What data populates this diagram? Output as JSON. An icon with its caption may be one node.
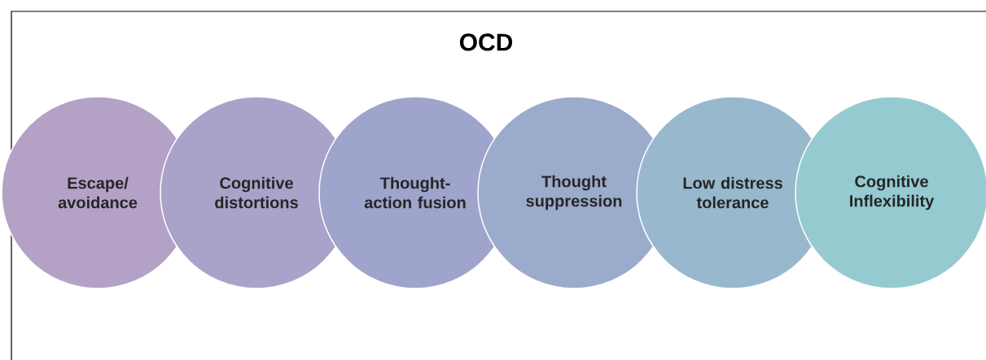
{
  "diagram": {
    "title": "OCD",
    "nodes": [
      {
        "text": [
          "Escape/ avoidance"
        ]
      },
      {
        "text": [
          "Cognitive distortions"
        ]
      },
      {
        "text": [
          "Thought- action fusion"
        ]
      },
      {
        "text": [
          "Thought suppression"
        ]
      },
      {
        "text": [
          "Low distress tolerance"
        ]
      },
      {
        "text": [
          "Cognitive Inflexibility"
        ]
      }
    ]
  }
}
